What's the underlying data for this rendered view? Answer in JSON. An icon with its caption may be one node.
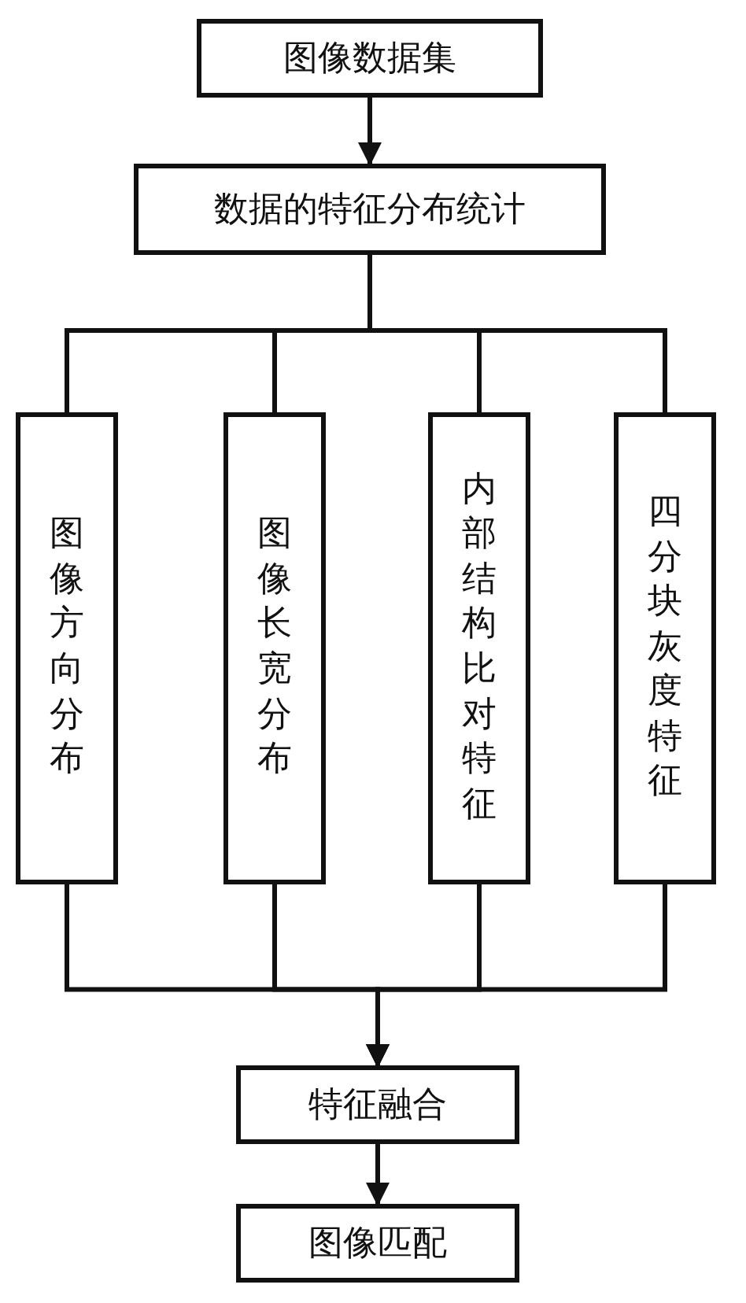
{
  "diagram": {
    "nodes": [
      {
        "text": [
          "图像数据集"
        ]
      },
      {
        "text": [
          "数据的特征分布统计"
        ]
      },
      {
        "text": [
          "图像方向分布"
        ]
      },
      {
        "text": [
          "图像长宽分布"
        ]
      },
      {
        "text": [
          "内部结构比对特征"
        ]
      },
      {
        "text": [
          "四分块灰度特征"
        ]
      },
      {
        "text": [
          "特征融合"
        ]
      },
      {
        "text": [
          "图像匹配"
        ]
      }
    ],
    "edges": [
      {
        "from": 0,
        "to": 1,
        "arrow": "to"
      },
      {
        "from": 1,
        "to": 2,
        "arrow": "none"
      },
      {
        "from": 1,
        "to": 3,
        "arrow": "none"
      },
      {
        "from": 1,
        "to": 4,
        "arrow": "none"
      },
      {
        "from": 1,
        "to": 5,
        "arrow": "none"
      },
      {
        "from": 2,
        "to": 6,
        "arrow": "to"
      },
      {
        "from": 3,
        "to": 6,
        "arrow": "to"
      },
      {
        "from": 4,
        "to": 6,
        "arrow": "to"
      },
      {
        "from": 5,
        "to": 6,
        "arrow": "to"
      },
      {
        "from": 6,
        "to": 7,
        "arrow": "to"
      }
    ]
  }
}
